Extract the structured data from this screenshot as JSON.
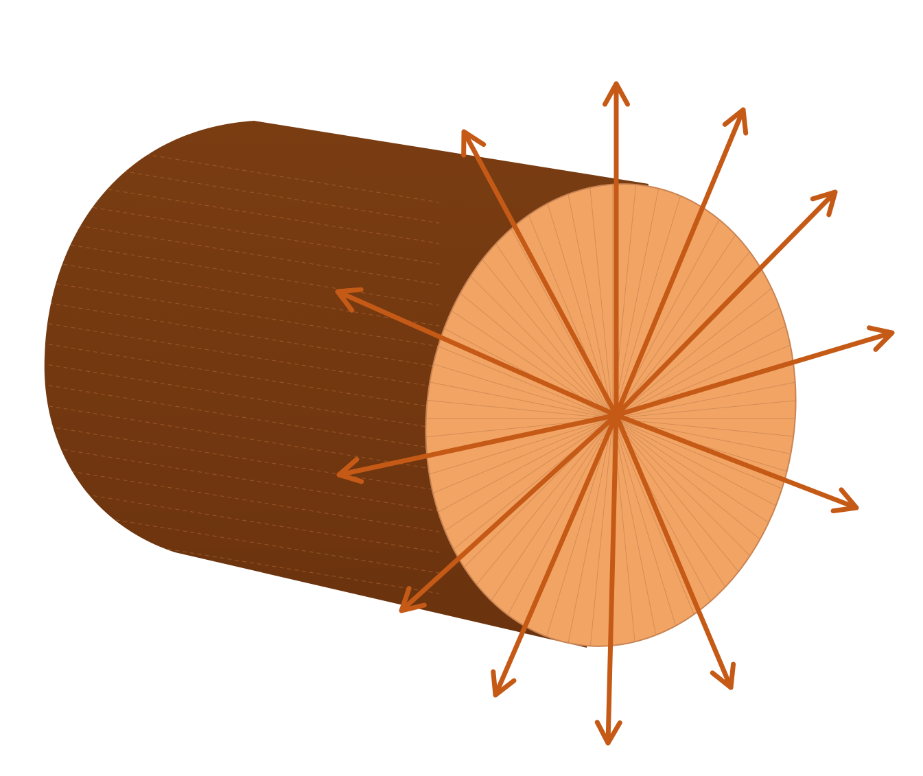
{
  "diagram": {
    "subject": "log-cross-section",
    "colors": {
      "bark_dark": "#6B3510",
      "bark_mid": "#7A3D12",
      "bark_light": "#8A4A1C",
      "grain_line": "#B56A35",
      "end_face": "#F2A464",
      "end_face_outline": "#C98352",
      "ray_line": "#C7834F",
      "arrow": "#C55A17",
      "background": "#FFFFFF"
    },
    "arrows": [
      {
        "id": "arrow-n",
        "icon": "arrow-up-icon"
      },
      {
        "id": "arrow-nne",
        "icon": "arrow-up-right-icon"
      },
      {
        "id": "arrow-ne",
        "icon": "arrow-up-right-icon"
      },
      {
        "id": "arrow-ene",
        "icon": "arrow-right-icon"
      },
      {
        "id": "arrow-ese",
        "icon": "arrow-down-right-icon"
      },
      {
        "id": "arrow-sse",
        "icon": "arrow-down-right-icon"
      },
      {
        "id": "arrow-s",
        "icon": "arrow-down-icon"
      },
      {
        "id": "arrow-ssw",
        "icon": "arrow-down-left-icon"
      },
      {
        "id": "arrow-sw",
        "icon": "arrow-down-left-icon"
      },
      {
        "id": "arrow-wsw",
        "icon": "arrow-left-icon"
      },
      {
        "id": "arrow-wnw",
        "icon": "arrow-left-icon"
      },
      {
        "id": "arrow-nnw",
        "icon": "arrow-up-left-icon"
      }
    ]
  }
}
